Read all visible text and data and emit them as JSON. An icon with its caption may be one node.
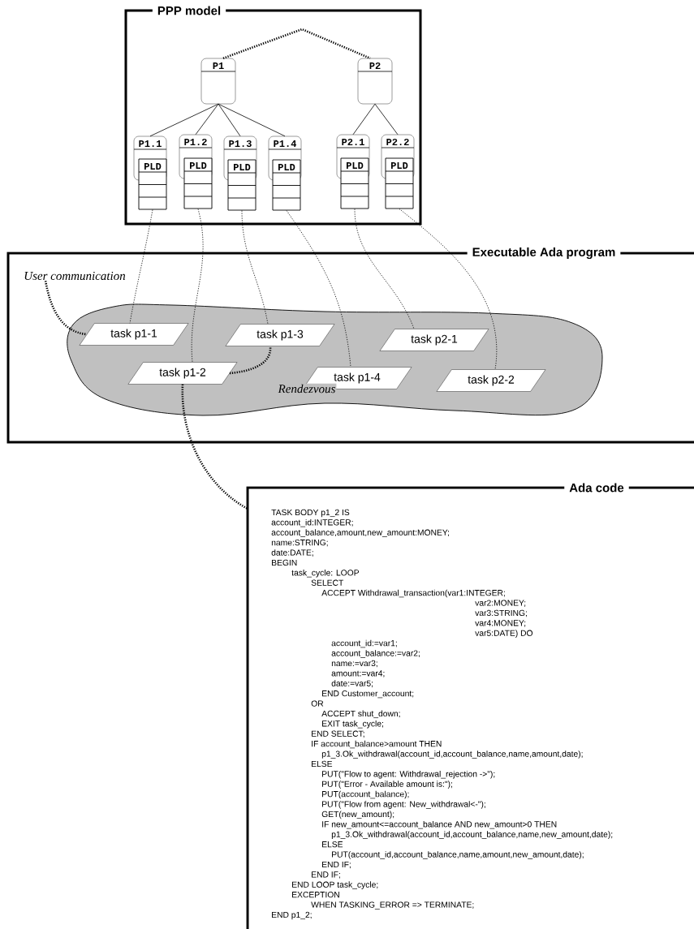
{
  "diagram": {
    "nodes": [
      {
        "text": [
          "PPP model"
        ]
      },
      {
        "text": [
          "P1"
        ],
        "in": 0
      },
      {
        "text": [
          "P2"
        ],
        "in": 0
      },
      {
        "text": [
          "P1.1"
        ],
        "in": 0
      },
      {
        "text": [
          "P1.2"
        ],
        "in": 0
      },
      {
        "text": [
          "P1.3"
        ],
        "in": 0
      },
      {
        "text": [
          "P1.4"
        ],
        "in": 0
      },
      {
        "text": [
          "P2.1"
        ],
        "in": 0
      },
      {
        "text": [
          "P2.2"
        ],
        "in": 0
      },
      {
        "text": [
          "PLD"
        ],
        "in": 0
      },
      {
        "text": [
          "PLD"
        ],
        "in": 0
      },
      {
        "text": [
          "PLD"
        ],
        "in": 0
      },
      {
        "text": [
          "PLD"
        ],
        "in": 0
      },
      {
        "text": [
          "PLD"
        ],
        "in": 0
      },
      {
        "text": [
          "PLD"
        ],
        "in": 0
      },
      {
        "text": [
          "Executable Ada program"
        ]
      },
      {
        "text": [],
        "shape": "cloud",
        "in": 15
      },
      {
        "text": [
          "task p1-1"
        ],
        "in": 16
      },
      {
        "text": [
          "task p1-3"
        ],
        "in": 16
      },
      {
        "text": [
          "task p2-1"
        ],
        "in": 16
      },
      {
        "text": [
          "task p1-2"
        ],
        "in": 16
      },
      {
        "text": [
          "task p1-4"
        ],
        "in": 16
      },
      {
        "text": [
          "task p2-2"
        ],
        "in": 16
      },
      {
        "text": [
          "Ada code",
          "TASK BODY p1_2 IS",
          "account_id:INTEGER;",
          "account_balance,amount,new_amount:MONEY;",
          "name:STRING;",
          "date:DATE;",
          "BEGIN",
          "task_cycle: LOOP",
          "SELECT",
          "ACCEPT Withdrawal_transaction(var1:INTEGER;",
          "var2:MONEY;",
          "var3:STRING;",
          "var4:MONEY;",
          "var5:DATE) DO",
          "account_id:=var1;",
          "account_balance:=var2;",
          "name:=var3;",
          "amount:=var4;",
          "date:=var5;",
          "END Customer_account;",
          "OR",
          "ACCEPT shut_down;",
          "EXIT task_cycle;",
          "END SELECT;",
          "IF account_balance>amount THEN",
          "p1_3.Ok_withdrawal(account_id,account_balance,name,amount,date);",
          "ELSE",
          "PUT(\"Flow to agent: Withdrawal_rejection ->\");",
          "PUT(\"Error - Available amount is:\");",
          "PUT(account_balance);",
          "PUT(\"Flow from agent: New_withdrawal<-\");",
          "GET(new_amount);",
          "IF new_amount<=account_balance AND new_amount>0 THEN",
          "p1_3.Ok_withdrawal(account_id,account_balance,name,new_amount,date);",
          "ELSE",
          "PUT(account_id,account_balance,name,amount,new_amount,date);",
          "END IF;",
          "END IF;",
          "END LOOP task_cycle;",
          "EXCEPTION",
          "WHEN TASKING_ERROR => TERMINATE;",
          "END p1_2;"
        ]
      },
      {
        "text": [
          "User communication"
        ],
        "in": 15
      }
    ],
    "edges": [
      {
        "from": 1,
        "to": 2,
        "arrow": "none",
        "style": "dashed"
      },
      {
        "from": 1,
        "to": 3,
        "arrow": "none"
      },
      {
        "from": 1,
        "to": 4,
        "arrow": "none"
      },
      {
        "from": 1,
        "to": 5,
        "arrow": "none"
      },
      {
        "from": 1,
        "to": 6,
        "arrow": "none"
      },
      {
        "from": 2,
        "to": 7,
        "arrow": "none"
      },
      {
        "from": 2,
        "to": 8,
        "arrow": "none"
      },
      {
        "from": 9,
        "to": 17,
        "arrow": "none",
        "style": "dashed"
      },
      {
        "from": 10,
        "to": 20,
        "arrow": "none",
        "style": "dashed"
      },
      {
        "from": 11,
        "to": 18,
        "arrow": "none",
        "style": "dashed"
      },
      {
        "from": 12,
        "to": 21,
        "arrow": "none",
        "style": "dashed"
      },
      {
        "from": 13,
        "to": 19,
        "arrow": "none",
        "style": "dashed"
      },
      {
        "from": 14,
        "to": 22,
        "arrow": "none",
        "style": "dashed"
      },
      {
        "from": 24,
        "to": 17,
        "arrow": "none",
        "style": "dashed"
      },
      {
        "from": 20,
        "to": 18,
        "arrow": "none",
        "style": "dashed",
        "label": "Rendezvous"
      },
      {
        "from": 20,
        "to": 23,
        "arrow": "none",
        "style": "dashed"
      }
    ]
  }
}
